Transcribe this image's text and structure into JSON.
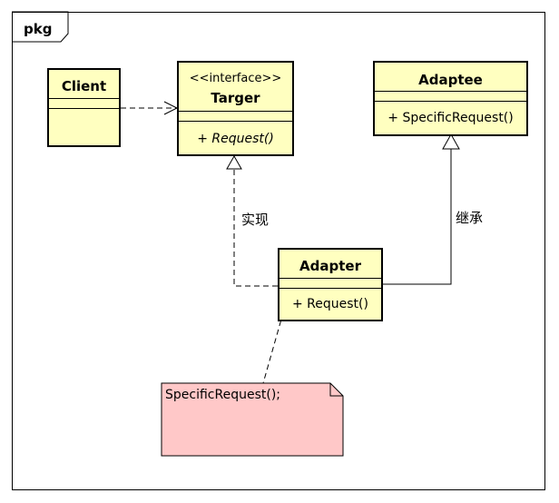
{
  "package": {
    "label": "pkg"
  },
  "classes": {
    "client": {
      "name": "Client"
    },
    "targer": {
      "stereotype": "<<interface>>",
      "name": "Targer",
      "operation": "+ Request()"
    },
    "adaptee": {
      "name": "Adaptee",
      "operation": "+ SpecificRequest()"
    },
    "adapter": {
      "name": "Adapter",
      "operation": "+ Request()"
    }
  },
  "relations": {
    "realization_label": "实现",
    "inheritance_label": "继承"
  },
  "note": {
    "text": "SpecificRequest();"
  },
  "colors": {
    "class_fill": "#ffffc0",
    "note_fill": "#ffc8c8",
    "line": "#000000"
  }
}
